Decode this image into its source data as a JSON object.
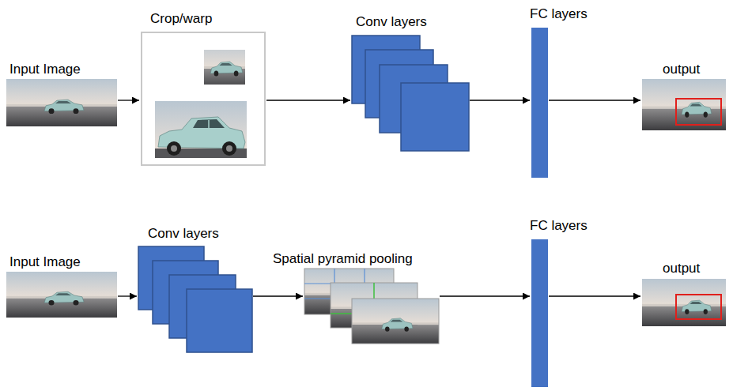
{
  "diagram": {
    "nodes": [
      {
        "text": [
          "Input Image"
        ]
      },
      {
        "text": [
          "Crop/warp"
        ]
      },
      {
        "text": [
          "Conv layers"
        ]
      },
      {
        "text": [
          "FC layers"
        ]
      },
      {
        "text": [
          "output"
        ]
      },
      {
        "text": [
          "Input Image"
        ]
      },
      {
        "text": [
          "Conv layers"
        ]
      },
      {
        "text": [
          "Spatial pyramid pooling"
        ]
      },
      {
        "text": [
          "FC layers"
        ]
      },
      {
        "text": [
          "output"
        ]
      }
    ],
    "edges": [
      {
        "from": 0,
        "to": 1,
        "arrow": "to"
      },
      {
        "from": 1,
        "to": 2,
        "arrow": "to"
      },
      {
        "from": 2,
        "to": 3,
        "arrow": "to"
      },
      {
        "from": 3,
        "to": 4,
        "arrow": "to"
      },
      {
        "from": 5,
        "to": 6,
        "arrow": "to"
      },
      {
        "from": 6,
        "to": 7,
        "arrow": "to"
      },
      {
        "from": 7,
        "to": 8,
        "arrow": "to"
      },
      {
        "from": 8,
        "to": 9,
        "arrow": "to"
      }
    ]
  }
}
